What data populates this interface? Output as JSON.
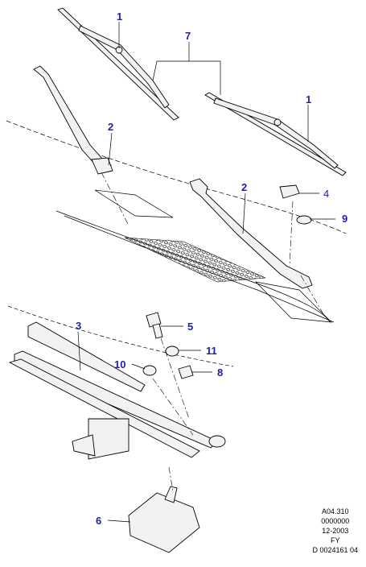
{
  "callouts": {
    "c1a": "1",
    "c1b": "1",
    "c7": "7",
    "c2a": "2",
    "c2b": "2",
    "c4": "4",
    "c9": "9",
    "c3": "3",
    "c5": "5",
    "c11": "11",
    "c10": "10",
    "c8": "8",
    "c6": "6"
  },
  "meta": {
    "line1": "A04.310",
    "line2": "0000000",
    "line3": "12-2003",
    "line4": "FY",
    "line5": "D 0024161 04"
  },
  "colors": {
    "callout": "#1f1fa8",
    "line": "#000000",
    "part_fill": "#eeeeee"
  }
}
